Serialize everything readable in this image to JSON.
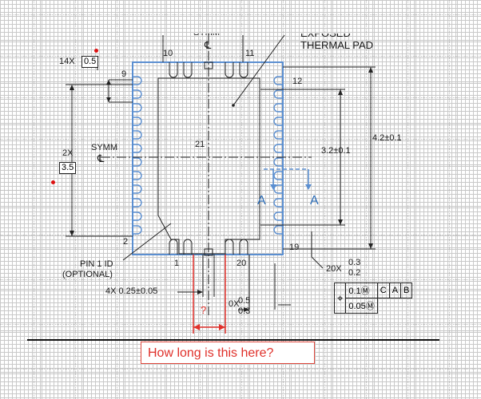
{
  "diagram": {
    "header_partial": {
      "symm_top": "SYMM",
      "exposed": "EXPOSED"
    },
    "thermal_pad_label": "THERMAL PAD",
    "pin_labels": {
      "p1": "1",
      "p2": "2",
      "p9": "9",
      "p10": "10",
      "p11": "11",
      "p12": "12",
      "p19": "19",
      "p20": "20",
      "p21": "21"
    },
    "dims": {
      "pins_count": "14X",
      "pin_pitch": "0.5",
      "span_count": "2X",
      "span_value": "3.5",
      "symm": "SYMM",
      "center_line": "℄",
      "height_outer": "4.2±0.1",
      "height_inner": "3.2±0.1",
      "lead_count": "20X",
      "lead_max": "0.3",
      "lead_min": "0.2",
      "lead_width": "4X 0.25±0.05",
      "unknown": "?",
      "small_x": "0X",
      "bottom_max": "0.5",
      "bottom_min": "0.3",
      "pin1_id_line1": "PIN 1 ID",
      "pin1_id_line2": "(OPTIONAL)"
    },
    "section_labels": {
      "a_left": "A",
      "a_right": "A"
    },
    "fcf": {
      "symbol": "⌖",
      "tol1": "0.1Ⓜ",
      "ref_c": "C",
      "ref_a": "A",
      "ref_b": "B",
      "tol2": "0.05Ⓜ"
    }
  },
  "question": "How long is this here?",
  "colors": {
    "outline": "#5b8fd1",
    "red": "#e0302a",
    "ink": "#1a1a1a"
  }
}
